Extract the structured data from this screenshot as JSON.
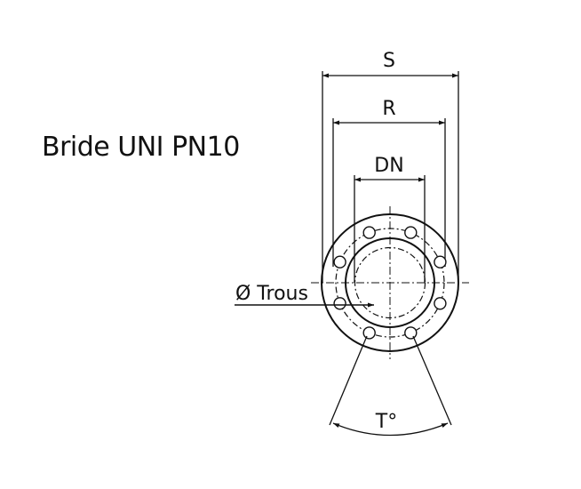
{
  "title": "Bride UNI PN10",
  "labels": {
    "s": "S",
    "r": "R",
    "dn": "DN",
    "trous": "Ø Trous",
    "t": "T°"
  },
  "colors": {
    "line": "#111111",
    "background": "#ffffff"
  }
}
